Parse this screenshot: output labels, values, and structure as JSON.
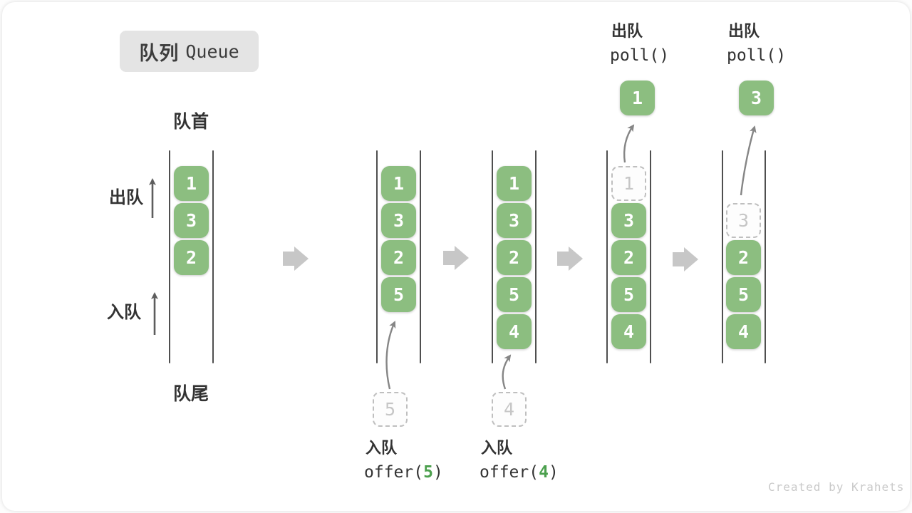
{
  "title": {
    "zh": "队列",
    "en": "Queue"
  },
  "labels": {
    "front": "队首",
    "rear": "队尾",
    "dequeue_dir": "出队",
    "enqueue_dir": "入队"
  },
  "colors": {
    "box_green": "#8cbe80",
    "ghost_border": "#bfbfbf",
    "ghost_text": "#c6c6c6",
    "wall": "#4f4f4f",
    "block_arrow": "#c7c7c7",
    "thin_arrow": "#868686",
    "direction_arrow": "#5d5d5d",
    "code_text": "#333333",
    "code_arg_green": "#4ca04e",
    "title_bg": "#e4e4e4",
    "watermark": "#c9c9c9"
  },
  "states": [
    {
      "boxes": [
        "1",
        "3",
        "2"
      ]
    },
    {
      "boxes": [
        "1",
        "3",
        "2",
        "5"
      ],
      "pending": "5",
      "op": {
        "zh": "入队",
        "pre": "offer(",
        "arg": "5",
        "post": ")"
      }
    },
    {
      "boxes": [
        "1",
        "3",
        "2",
        "5",
        "4"
      ],
      "pending": "4",
      "op": {
        "zh": "入队",
        "pre": "offer(",
        "arg": "4",
        "post": ")"
      }
    },
    {
      "removed": "1",
      "boxes": [
        "3",
        "2",
        "5",
        "4"
      ],
      "out": "1",
      "op": {
        "zh": "出队",
        "code": "poll()"
      }
    },
    {
      "removed": "3",
      "boxes": [
        "2",
        "5",
        "4"
      ],
      "out": "3",
      "op": {
        "zh": "出队",
        "code": "poll()"
      }
    }
  ],
  "watermark": "Created by Krahets"
}
